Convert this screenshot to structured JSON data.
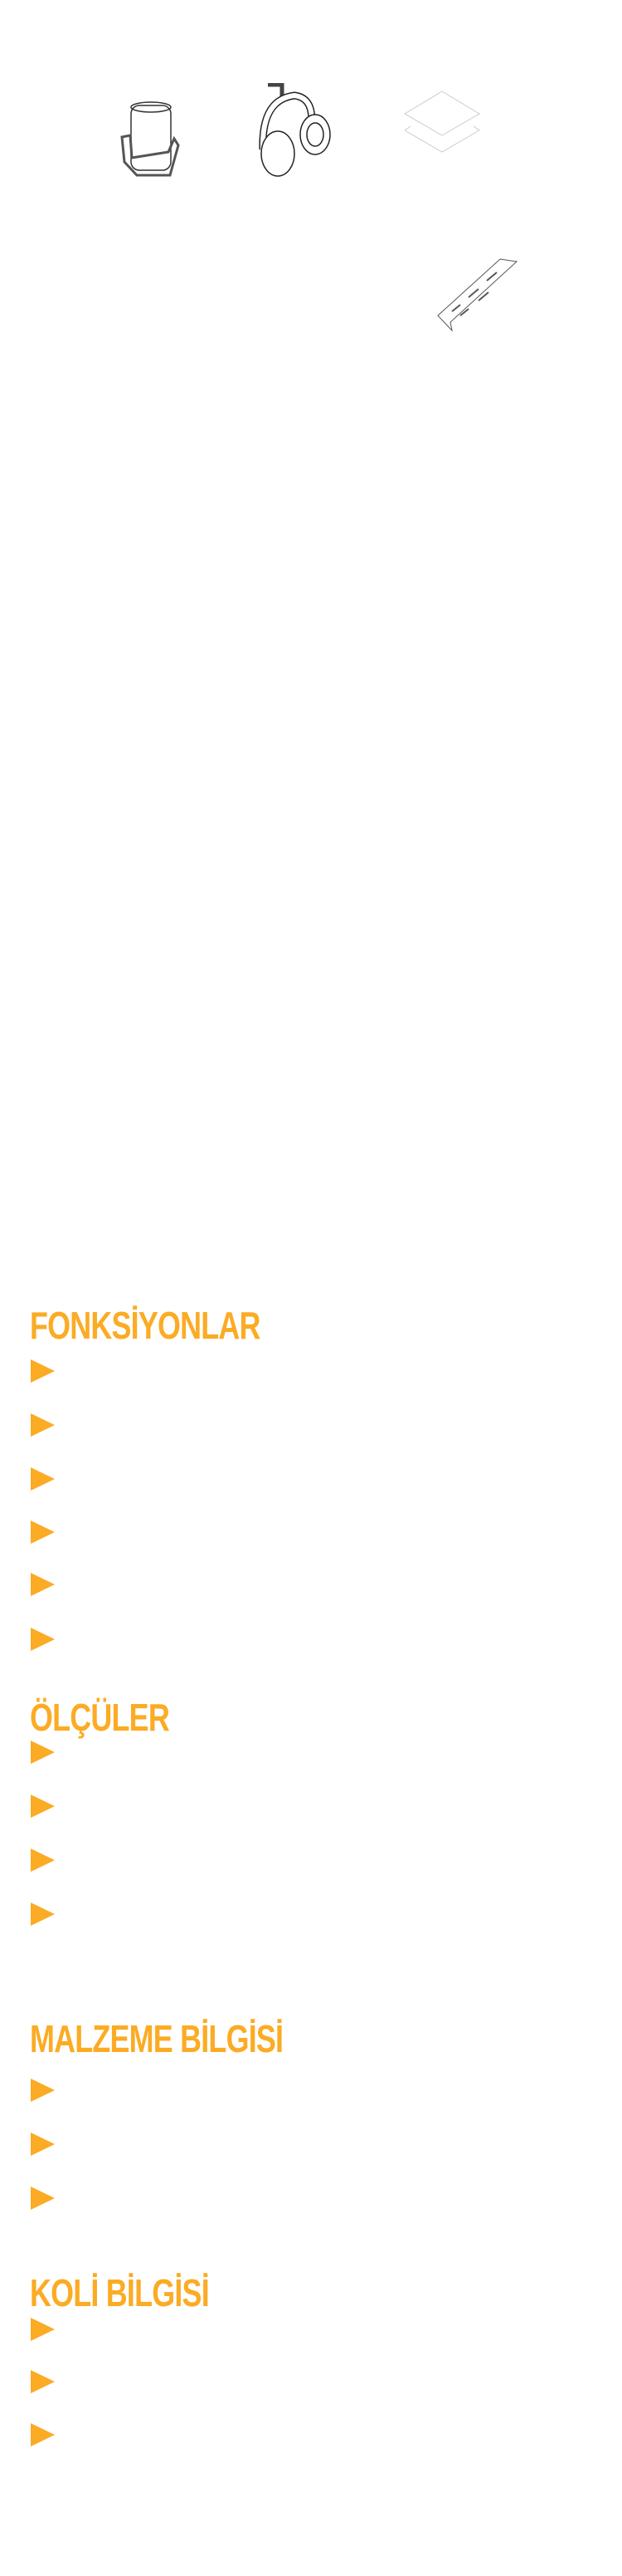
{
  "colors": {
    "accent": "#fbab24"
  },
  "sections": [
    {
      "title": "FONKSİYONLAR",
      "items": 6
    },
    {
      "title": "ÖLÇÜLER",
      "items": 4
    },
    {
      "title": "MALZEME BİLGİSİ",
      "items": 3
    },
    {
      "title": "KOLİ BİLGİSİ",
      "items": 3
    }
  ],
  "icons": [
    "can-holder-icon",
    "headphone-hanger-icon",
    "layers-icon",
    "cable-strip-icon"
  ]
}
